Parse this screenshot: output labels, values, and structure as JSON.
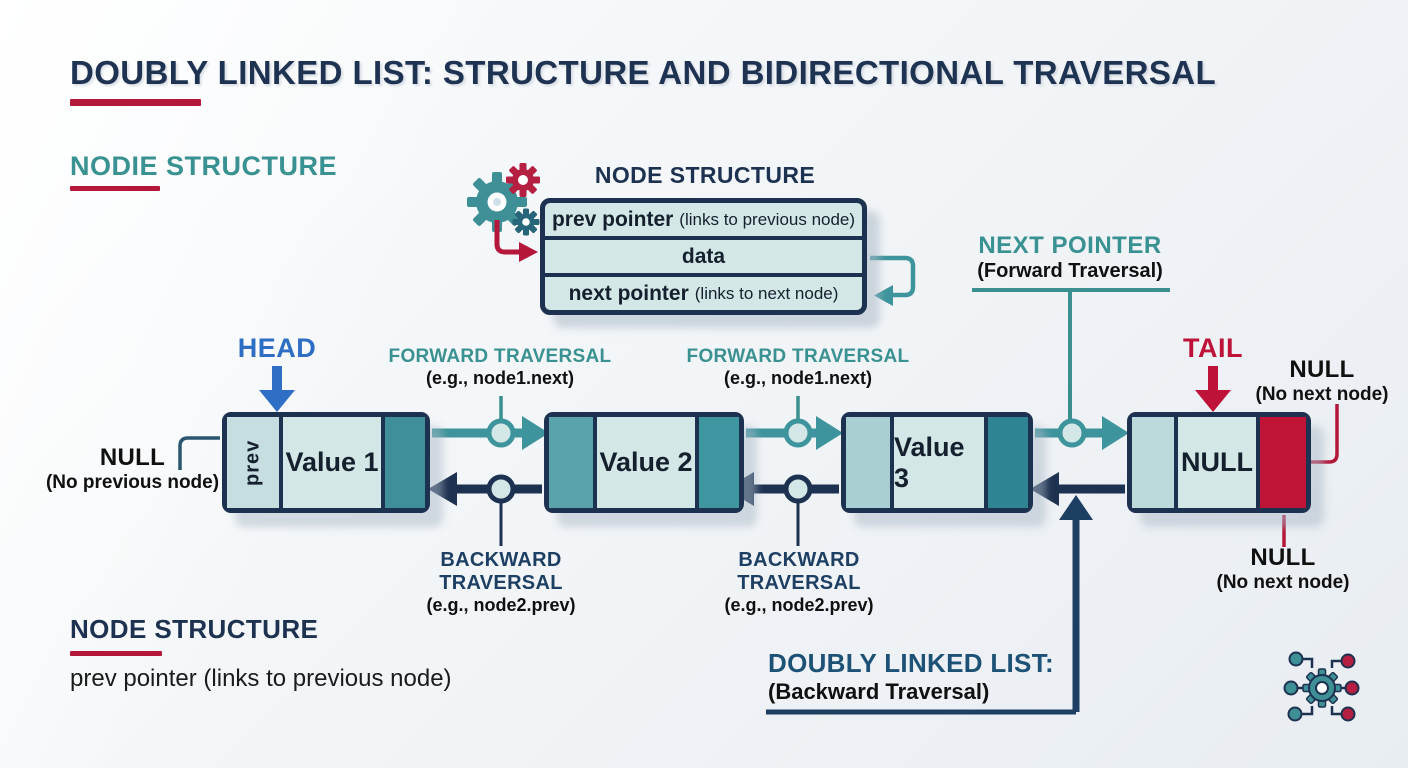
{
  "title": "DOUBLY LINKED LIST: STRUCTURE AND BIDIRECTIONAL TRAVERSAL",
  "headings": {
    "top_left": "NODIE STRUCTURE",
    "bottom_left": "NODE STRUCTURE",
    "bottom_left_sub": "prev pointer (links to previous node)"
  },
  "node_structure_box": {
    "label": "NODE STRUCTURE",
    "rows": [
      {
        "main": "prev pointer",
        "sub": "(links to previous node)"
      },
      {
        "main": "data",
        "sub": ""
      },
      {
        "main": "next pointer",
        "sub": "(links to next node)"
      }
    ]
  },
  "pointers": {
    "head": "HEAD",
    "tail": "TAIL",
    "next_pointer": {
      "title": "NEXT POINTER",
      "sub": "(Forward Traversal)"
    },
    "backward_bracket": {
      "title": "DOUBLY LINKED LIST:",
      "sub": "(Backward Traversal)"
    }
  },
  "traversal_labels": {
    "forward": [
      {
        "title": "FORWARD TRAVERSAL",
        "sub": "(e.g., node1.next)"
      },
      {
        "title": "FORWARD TRAVERSAL",
        "sub": "(e.g., node1.next)"
      }
    ],
    "backward": [
      {
        "title": "BACKWARD TRAVERSAL",
        "sub": "(e.g., node2.prev)"
      },
      {
        "title": "BACKWARD TRAVERSAL",
        "sub": "(e.g., node2.prev)"
      }
    ]
  },
  "nodes": [
    {
      "prev_label": "prev",
      "value": "Value 1"
    },
    {
      "value": "Value 2"
    },
    {
      "value": "Value 3"
    },
    {
      "value": "NULL"
    }
  ],
  "null_labels": {
    "prev": {
      "title": "NULL",
      "sub": "(No previous node)"
    },
    "next_top": {
      "title": "NULL",
      "sub": "(No next node)"
    },
    "next_bottom": {
      "title": "NULL",
      "sub": "(No next node)"
    }
  },
  "icons": [
    "gears-icon",
    "network-gear-icon"
  ],
  "colors": {
    "navy": "#1d3150",
    "teal": "#3a9191",
    "teal_arrow": "#3e949c",
    "mint": "#d3e7e6",
    "crimson": "#bf1238",
    "red_accent": "#b5173a",
    "head_blue": "#2e6ec4",
    "steel_blue": "#1d5276"
  }
}
